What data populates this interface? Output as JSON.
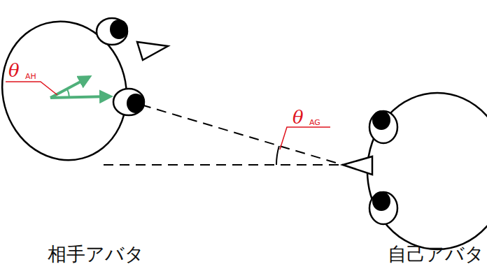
{
  "diagram": {
    "labels": [
      "θ",
      "AH",
      "θ",
      "AG",
      "相手アバタ",
      "自己アバタ"
    ]
  }
}
